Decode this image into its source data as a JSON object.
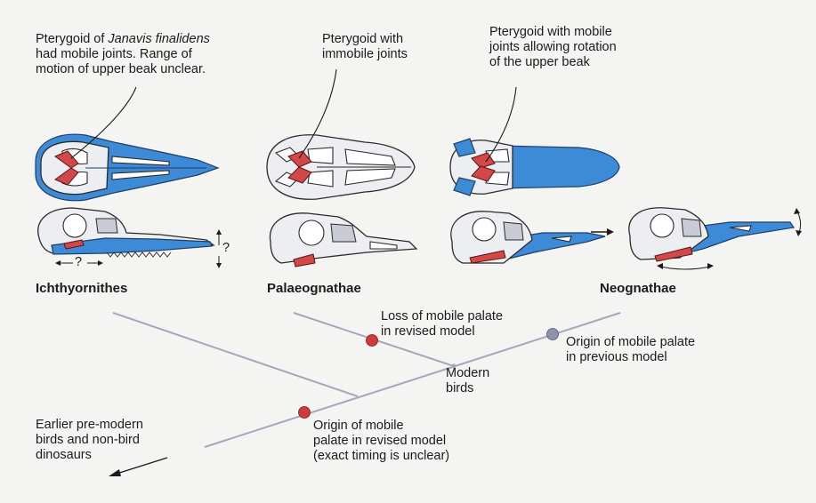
{
  "annotations": {
    "janavis": {
      "line1_prefix": "Pterygoid of ",
      "line1_italic": "Janavis finalidens",
      "line2": "had mobile joints. Range of",
      "line3": "motion of upper beak unclear."
    },
    "immobile": {
      "line1": "Pterygoid with",
      "line2": "immobile joints"
    },
    "mobile": {
      "line1": "Pterygoid with mobile",
      "line2": "joints allowing rotation",
      "line3": "of the upper beak"
    }
  },
  "groups": {
    "ichthyornithes": "Ichthyornithes",
    "palaeognathae": "Palaeognathae",
    "neognathae": "Neognathae"
  },
  "question_marks": {
    "jaw": "?",
    "beak_tip": "?"
  },
  "tree_labels": {
    "loss_revised": {
      "line1": "Loss of mobile palate",
      "line2": "in revised model"
    },
    "origin_previous": {
      "line1": "Origin of mobile palate",
      "line2": "in previous model"
    },
    "modern_birds": {
      "line1": "Modern",
      "line2": "birds"
    },
    "earlier": {
      "line1": "Earlier pre-modern",
      "line2": "birds and non-bird",
      "line3": "dinosaurs"
    },
    "origin_revised": {
      "line1": "Origin of mobile",
      "line2": "palate in revised model",
      "line3": "(exact timing is unclear)"
    }
  },
  "colors": {
    "background": "#f4f4f3",
    "branch": "#a2a9ba",
    "revised_marker": "#cf3a3a",
    "previous_marker": "#8b94a8",
    "mobile_bone": "#3d8ad6",
    "pterygoid": "#d24848"
  }
}
